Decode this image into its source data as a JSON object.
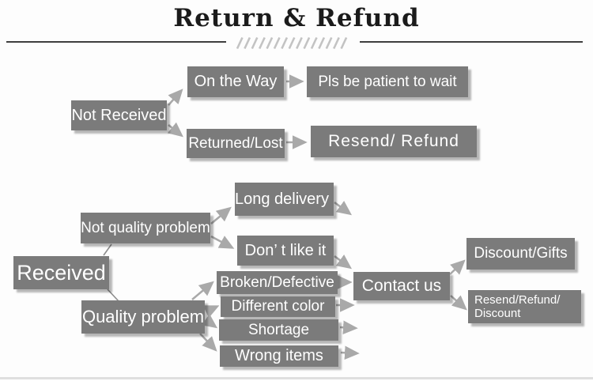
{
  "title": "Return & Refund",
  "colors": {
    "box_gray": "#7b7b7b",
    "arrow_gray": "#a9a9a9",
    "title_black": "#1b1b1b",
    "hatch_gray": "#c3c3c3",
    "rule_gray": "#3f3f3f"
  },
  "nodes": {
    "not_received": "Not Received",
    "on_the_way": "On the Way",
    "pls_be_patient": "Pls be patient to wait",
    "returned_lost": "Returned/Lost",
    "resend_refund": "Resend/ Refund",
    "received": "Received",
    "not_quality_problem": "Not quality problem",
    "long_delivery": "Long delivery",
    "dont_like_it": "Don’ t like it",
    "quality_problem": "Quality problem",
    "broken_defective": "Broken/Defective",
    "different_color": "Different color",
    "shortage": "Shortage",
    "wrong_items": "Wrong items",
    "contact_us": "Contact us",
    "discount_gifts": "Discount/Gifts",
    "resend_refund_discount": {
      "line1": "Resend/Refund/",
      "line2": "Discount"
    }
  },
  "edges": [
    "Not Received → On the Way",
    "Not Received → Returned/Lost",
    "On the Way → Pls be patient to wait",
    "Returned/Lost → Resend/ Refund",
    "Received → Not quality problem",
    "Received → Quality problem",
    "Not quality problem → Long delivery",
    "Not quality problem → Don’ t like it",
    "Long delivery → Contact us",
    "Don’ t like it → Contact us",
    "Quality problem → Broken/Defective",
    "Quality problem → Different color",
    "Quality problem → Shortage",
    "Quality problem → Wrong items",
    "Broken/Defective → Contact us",
    "Different color → Contact us",
    "Shortage → Contact us",
    "Wrong items → Contact us",
    "Contact us → Discount/Gifts",
    "Contact us → Resend/Refund/Discount"
  ]
}
